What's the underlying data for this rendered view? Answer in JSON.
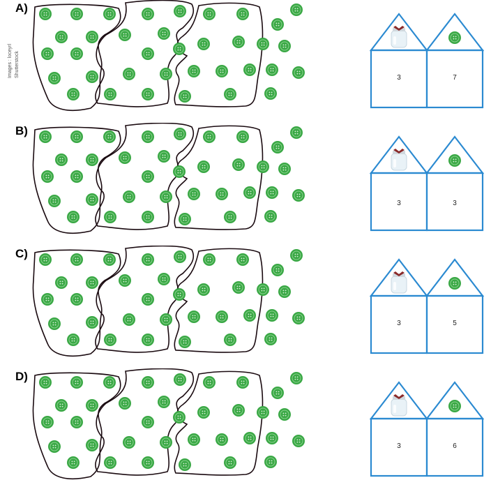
{
  "credit": {
    "line1": "Images : loceyrl",
    "line2": "Shutterstock"
  },
  "colors": {
    "button_fill": "#3aa845",
    "button_ring": "#8bd28f",
    "house_stroke": "#2b8ad1",
    "outline": "#1a0a10"
  },
  "options": [
    {
      "label": "A)",
      "left": "3",
      "right": "7"
    },
    {
      "label": "B)",
      "left": "3",
      "right": "3"
    },
    {
      "label": "C)",
      "left": "3",
      "right": "5"
    },
    {
      "label": "D)",
      "left": "3",
      "right": "6"
    }
  ],
  "house": {
    "left_roof_icon": "jar-icon",
    "right_roof_icon": "button-icon"
  }
}
